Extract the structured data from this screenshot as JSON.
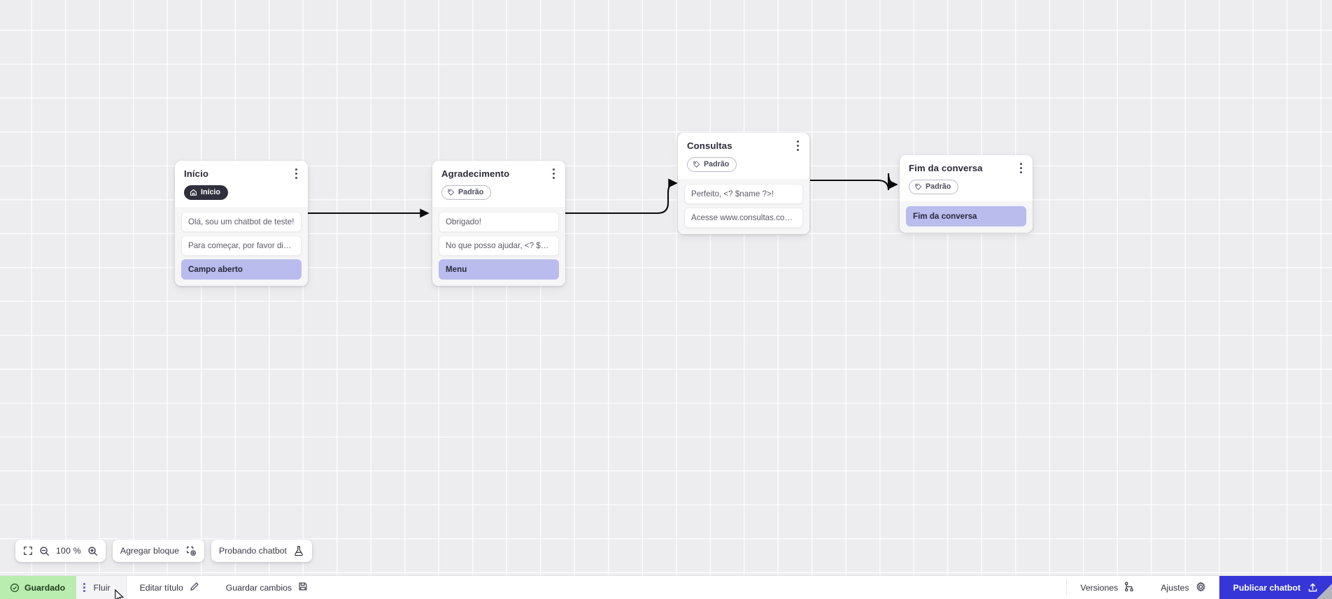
{
  "canvas": {
    "zoom_level": "100 %",
    "nodes": [
      {
        "id": "inicio",
        "title": "Início",
        "badge": {
          "label": "Início",
          "type": "start",
          "icon": "home-icon"
        },
        "messages": [
          {
            "text": "Olá, sou um chatbot de teste!",
            "highlight": false
          },
          {
            "text": "Para começar, por favor digite o ...",
            "highlight": false
          },
          {
            "text": "Campo aberto",
            "highlight": true
          }
        ]
      },
      {
        "id": "agradecimento",
        "title": "Agradecimento",
        "badge": {
          "label": "Padrão",
          "type": "tag",
          "icon": "tag-icon"
        },
        "messages": [
          {
            "text": "Obrigado!",
            "highlight": false
          },
          {
            "text": "No que posso ajudar, <? $name ...",
            "highlight": false
          },
          {
            "text": "Menu",
            "highlight": true
          }
        ]
      },
      {
        "id": "consultas",
        "title": "Consultas",
        "badge": {
          "label": "Padrão",
          "type": "tag",
          "icon": "tag-icon"
        },
        "messages": [
          {
            "text": "Perfeito, <? $name ?>!",
            "highlight": false
          },
          {
            "text": "Acesse www.consultas.com par...",
            "highlight": false
          }
        ]
      },
      {
        "id": "fim-da-conversa",
        "title": "Fim da conversa",
        "badge": {
          "label": "Padrão",
          "type": "tag",
          "icon": "tag-icon"
        },
        "messages": [
          {
            "text": "Fim da conversa",
            "highlight": true
          }
        ]
      }
    ]
  },
  "toolbar": {
    "fit_icon": "fit-screen-icon",
    "zoom_out_icon": "zoom-out-icon",
    "zoom_in_icon": "zoom-in-icon",
    "zoom_level": "100 %",
    "add_block_label": "Agregar bloque",
    "add_block_icon": "add-block-icon",
    "test_chatbot_label": "Probando chatbot",
    "test_chatbot_icon": "flask-icon"
  },
  "statusbar": {
    "saved_label": "Guardado",
    "saved_icon": "check-circle-icon",
    "flow_tab_label": "Fluir",
    "flow_tab_icon": "drag-dots-icon",
    "edit_title_label": "Editar título",
    "edit_title_icon": "pencil-icon",
    "save_changes_label": "Guardar cambios",
    "save_changes_icon": "floppy-disk-icon",
    "versions_label": "Versiones",
    "versions_icon": "branch-icon",
    "settings_label": "Ajustes",
    "settings_icon": "gear-icon",
    "publish_label": "Publicar chatbot",
    "publish_icon": "upload-icon"
  },
  "colors": {
    "canvas_bg": "#ededf0",
    "highlight": "#b9bcec",
    "saved_green": "#b9ecaf",
    "publish_blue": "#3535d8",
    "start_badge": "#2f2f3d"
  }
}
